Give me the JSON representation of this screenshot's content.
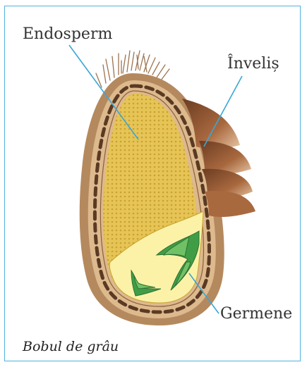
{
  "labels": {
    "endosperm": "Endosperm",
    "invelis": "Înveliș",
    "germene": "Germene"
  },
  "caption": "Bobul de grâu",
  "colors": {
    "frame": "#4fb3dd",
    "leader": "#3aa6d8",
    "husk_outer": "#b5895e",
    "husk_inner": "#ddb98e",
    "seam_dash": "#5a3a22",
    "endosperm": "#e6c455",
    "embryo_area": "#fbf2a8",
    "germ_green": "#3f9e45",
    "scale_brown": "#8a5233"
  }
}
